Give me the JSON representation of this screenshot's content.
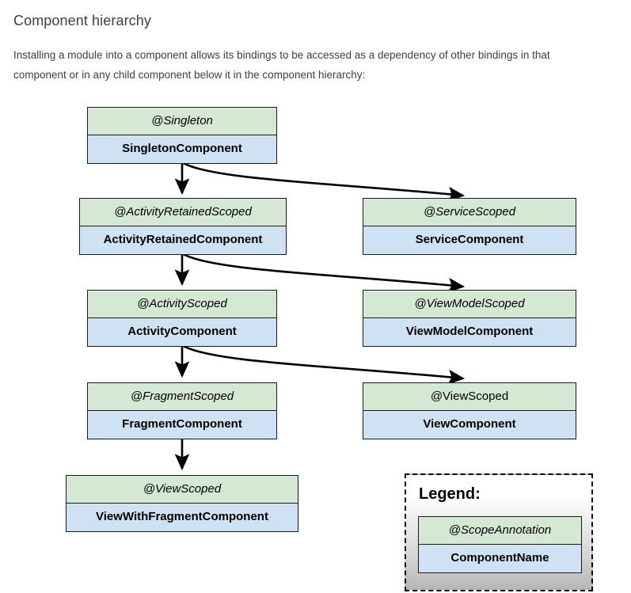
{
  "page": {
    "title": "Component hierarchy",
    "paragraph": "Installing a module into a component allows its bindings to be accessed as a dependency of other bindings in that component or in any child component below it in the component hierarchy:"
  },
  "colors": {
    "scope_fill": "#d5e8d4",
    "component_fill": "#cfe2f3",
    "border": "#1a1a1a",
    "text": "#000000",
    "body_text": "#3c4043",
    "legend_border": "#000000",
    "legend_gradient_top": "#ffffff",
    "legend_gradient_bottom": "#b5b5b5",
    "arrow": "#000000"
  },
  "diagram": {
    "type": "hierarchy",
    "nodes": [
      {
        "id": "singleton",
        "scope": "@Singleton",
        "scope_italic": true,
        "name": "SingletonComponent",
        "column": "left",
        "level": 0
      },
      {
        "id": "activity-retained",
        "scope": "@ActivityRetainedScoped",
        "scope_italic": true,
        "name": "ActivityRetainedComponent",
        "column": "left",
        "level": 1
      },
      {
        "id": "service",
        "scope": "@ServiceScoped",
        "scope_italic": true,
        "name": "ServiceComponent",
        "column": "right",
        "level": 1
      },
      {
        "id": "activity",
        "scope": "@ActivityScoped",
        "scope_italic": true,
        "name": "ActivityComponent",
        "column": "left",
        "level": 2
      },
      {
        "id": "viewmodel",
        "scope": "@ViewModelScoped",
        "scope_italic": true,
        "name": "ViewModelComponent",
        "column": "right",
        "level": 2
      },
      {
        "id": "fragment",
        "scope": "@FragmentScoped",
        "scope_italic": true,
        "name": "FragmentComponent",
        "column": "left",
        "level": 3
      },
      {
        "id": "view",
        "scope": "@ViewScoped",
        "scope_italic": false,
        "name": "ViewComponent",
        "column": "right",
        "level": 3
      },
      {
        "id": "view-with-fragment",
        "scope": "@ViewScoped",
        "scope_italic": true,
        "name": "ViewWithFragmentComponent",
        "column": "left",
        "level": 4
      }
    ],
    "edges": [
      {
        "from": "singleton",
        "to": "activity-retained",
        "style": "straight-down"
      },
      {
        "from": "singleton",
        "to": "service",
        "style": "curved-right"
      },
      {
        "from": "activity-retained",
        "to": "activity",
        "style": "straight-down"
      },
      {
        "from": "activity-retained",
        "to": "viewmodel",
        "style": "curved-right"
      },
      {
        "from": "activity",
        "to": "fragment",
        "style": "straight-down"
      },
      {
        "from": "activity",
        "to": "view",
        "style": "curved-right"
      },
      {
        "from": "fragment",
        "to": "view-with-fragment",
        "style": "straight-down"
      }
    ]
  },
  "legend": {
    "title": "Legend:",
    "sample_scope": "@ScopeAnnotation",
    "sample_name": "ComponentName"
  }
}
